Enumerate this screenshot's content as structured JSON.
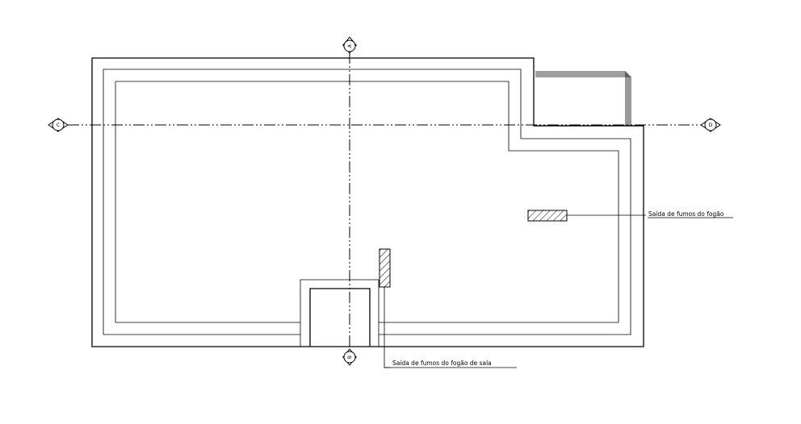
{
  "drawing": {
    "axis_markers": {
      "a": "A",
      "b": "B",
      "c": "C",
      "d": "D"
    },
    "notes": {
      "stove_flue": "Saída de fumos do fogão",
      "living_room_flue": "Saída de fumos do fogão de sala"
    }
  }
}
